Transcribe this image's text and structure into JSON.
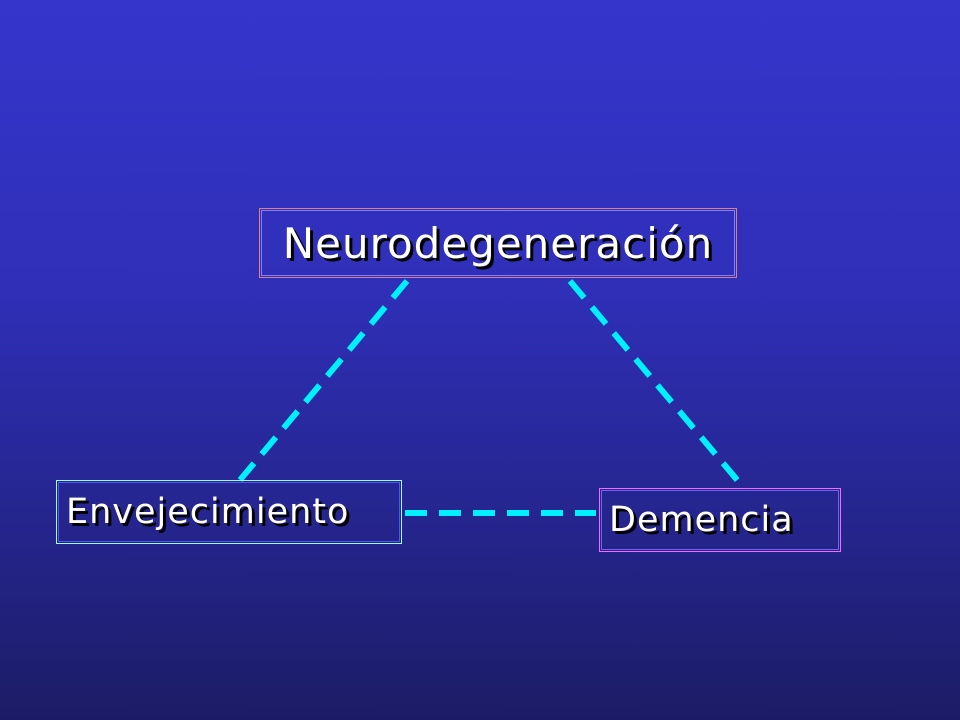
{
  "diagram": {
    "nodes": [
      {
        "id": "neurodegeneracion",
        "label": "Neurodegeneración",
        "border_color": "#e08080",
        "inner_color": "#8080ff"
      },
      {
        "id": "envejecimiento",
        "label": "Envejecimiento",
        "border_color": "#99ffee",
        "inner_color": "#5555ee"
      },
      {
        "id": "demencia",
        "label": "Demencia",
        "border_color": "#ff66ff",
        "inner_color": "#6666ee"
      }
    ],
    "edges": [
      {
        "from": "neurodegeneracion",
        "to": "envejecimiento",
        "style": "dashed"
      },
      {
        "from": "neurodegeneracion",
        "to": "demencia",
        "style": "dashed"
      },
      {
        "from": "envejecimiento",
        "to": "demencia",
        "style": "dashed"
      }
    ],
    "edge_color": "#00f0ff",
    "text_color": "#ffffff",
    "background_top": "#3535cc",
    "background_bottom": "#1c1c66"
  }
}
